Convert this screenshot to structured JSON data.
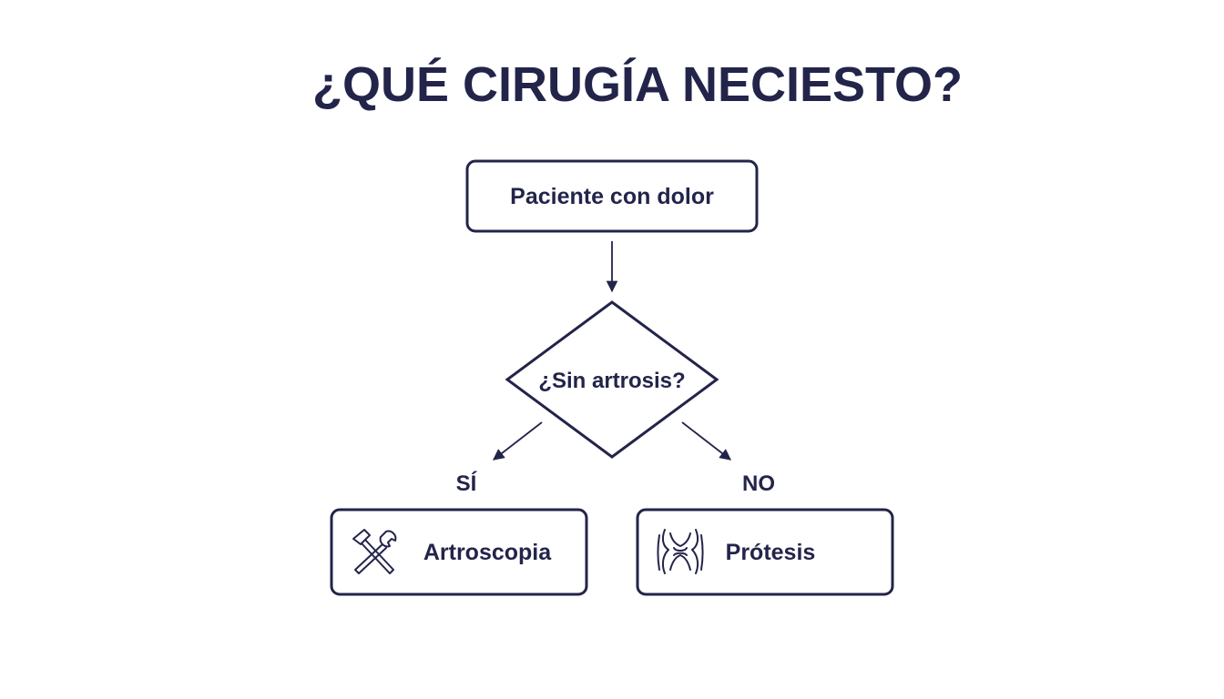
{
  "title": "¿QUÉ CIRUGÍA NECIESTO?",
  "nodes": {
    "start": {
      "label": "Paciente con dolor"
    },
    "decision": {
      "label": "¿Sin artrosis?"
    },
    "yes_branch": {
      "label": "SÍ"
    },
    "no_branch": {
      "label": "NO"
    },
    "artroscopia": {
      "label": "Artroscopia",
      "icon": "tools-icon"
    },
    "protesis": {
      "label": "Prótesis",
      "icon": "knee-joint-icon"
    }
  },
  "colors": {
    "primary": "#23244a",
    "background": "#ffffff"
  }
}
